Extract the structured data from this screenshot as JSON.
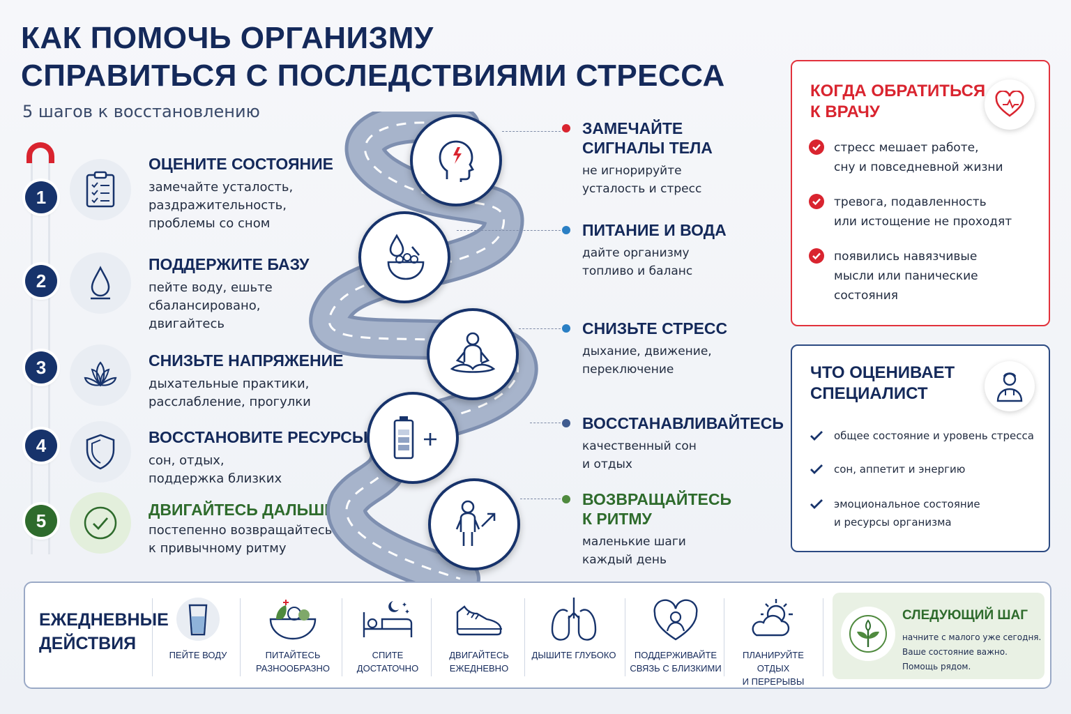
{
  "header": {
    "title_line1": "КАК ПОМОЧЬ ОРГАНИЗМУ",
    "title_line2": "СПРАВИТЬСЯ С ПОСЛЕДСТВИЯМИ СТРЕССА",
    "subtitle": "5 шагов к восстановлению"
  },
  "steps": [
    {
      "num": "1",
      "title": "ОЦЕНИТЕ СОСТОЯНИЕ",
      "text": "замечайте усталость,\nраздражительность,\nпроблемы со сном",
      "icon": "clipboard-icon"
    },
    {
      "num": "2",
      "title": "ПОДДЕРЖИТЕ БАЗУ",
      "text": "пейте воду, ешьте\nсбалансировано,\nдвигайтесь",
      "icon": "water-drop-icon"
    },
    {
      "num": "3",
      "title": "СНИЗЬТЕ НАПРЯЖЕНИЕ",
      "text": "дыхательные практики,\nрасслабление, прогулки",
      "icon": "lotus-icon"
    },
    {
      "num": "4",
      "title": "ВОССТАНОВИТЕ РЕСУРСЫ",
      "text": "сон, отдых,\nподдержка близких",
      "icon": "shield-icon"
    },
    {
      "num": "5",
      "title": "ДВИГАЙТЕСЬ ДАЛЬШЕ",
      "text": "постепенно возвращайтесь\nк привычному ритму",
      "icon": "check-circle-icon"
    }
  ],
  "road": [
    {
      "title": "ЗАМЕЧАЙТЕ\nСИГНАЛЫ ТЕЛА",
      "text": "не игнорируйте\nусталость и стресс",
      "dot_color": "#d9242f",
      "icon": "head-lightning-icon"
    },
    {
      "title": "ПИТАНИЕ И ВОДА",
      "text": "дайте организму\nтопливо и баланс",
      "dot_color": "#2a7fc4",
      "icon": "drop-bowl-icon"
    },
    {
      "title": "СНИЗЬТЕ СТРЕСС",
      "text": "дыхание, движение,\nпереключение",
      "dot_color": "#2a7fc4",
      "icon": "meditation-icon"
    },
    {
      "title": "ВОССТАНАВЛИВАЙТЕСЬ",
      "text": "качественный сон\nи отдых",
      "dot_color": "#3f5b8f",
      "icon": "battery-plus-icon"
    },
    {
      "title": "ВОЗВРАЩАЙТЕСЬ\nК РИТМУ",
      "text": "маленькие шаги\nкаждый день",
      "dot_color": "#4f8a3e",
      "icon": "person-arrow-icon"
    }
  ],
  "doctor": {
    "title": "КОГДА ОБРАТИТЬСЯ\nК ВРАЧУ",
    "items": [
      "стресс мешает работе,\nсну и повседневной жизни",
      "тревога, подавленность\nили истощение не проходят",
      "появились навязчивые\nмысли или панические\nсостояния"
    ]
  },
  "specialist": {
    "title": "ЧТО ОЦЕНИВАЕТ\nСПЕЦИАЛИСТ",
    "items": [
      "общее состояние и уровень стресса",
      "сон, аппетит и энергию",
      "эмоциональное состояние\nи ресурсы организма"
    ]
  },
  "daily": {
    "title": "ЕЖЕДНЕВНЫЕ\nДЕЙСТВИЯ",
    "actions": [
      {
        "label": "ПЕЙТЕ ВОДУ",
        "icon": "glass-icon"
      },
      {
        "label": "ПИТАЙТЕСЬ\nРАЗНООБРАЗНО",
        "icon": "salad-bowl-icon"
      },
      {
        "label": "СПИТЕ\nДОСТАТОЧНО",
        "icon": "bed-moon-icon"
      },
      {
        "label": "ДВИГАЙТЕСЬ\nЕЖЕДНЕВНО",
        "icon": "sneaker-icon"
      },
      {
        "label": "ДЫШИТЕ ГЛУБОКО",
        "icon": "lungs-icon"
      },
      {
        "label": "ПОДДЕРЖИВАЙТЕ\nСВЯЗЬ С БЛИЗКИМИ",
        "icon": "heart-person-icon"
      },
      {
        "label": "ПЛАНИРУЙТЕ ОТДЫХ\nИ ПЕРЕРЫВЫ",
        "icon": "sun-cloud-icon"
      }
    ],
    "next": {
      "title": "СЛЕДУЮЩИЙ ШАГ",
      "text": "начните с малого уже сегодня.\nВаше состояние важно.\nПомощь рядом.",
      "icon": "sprout-icon"
    }
  },
  "colors": {
    "navy": "#17336b",
    "red": "#d9242f",
    "green": "#2e6b2c",
    "road": "#7e8fb0"
  }
}
